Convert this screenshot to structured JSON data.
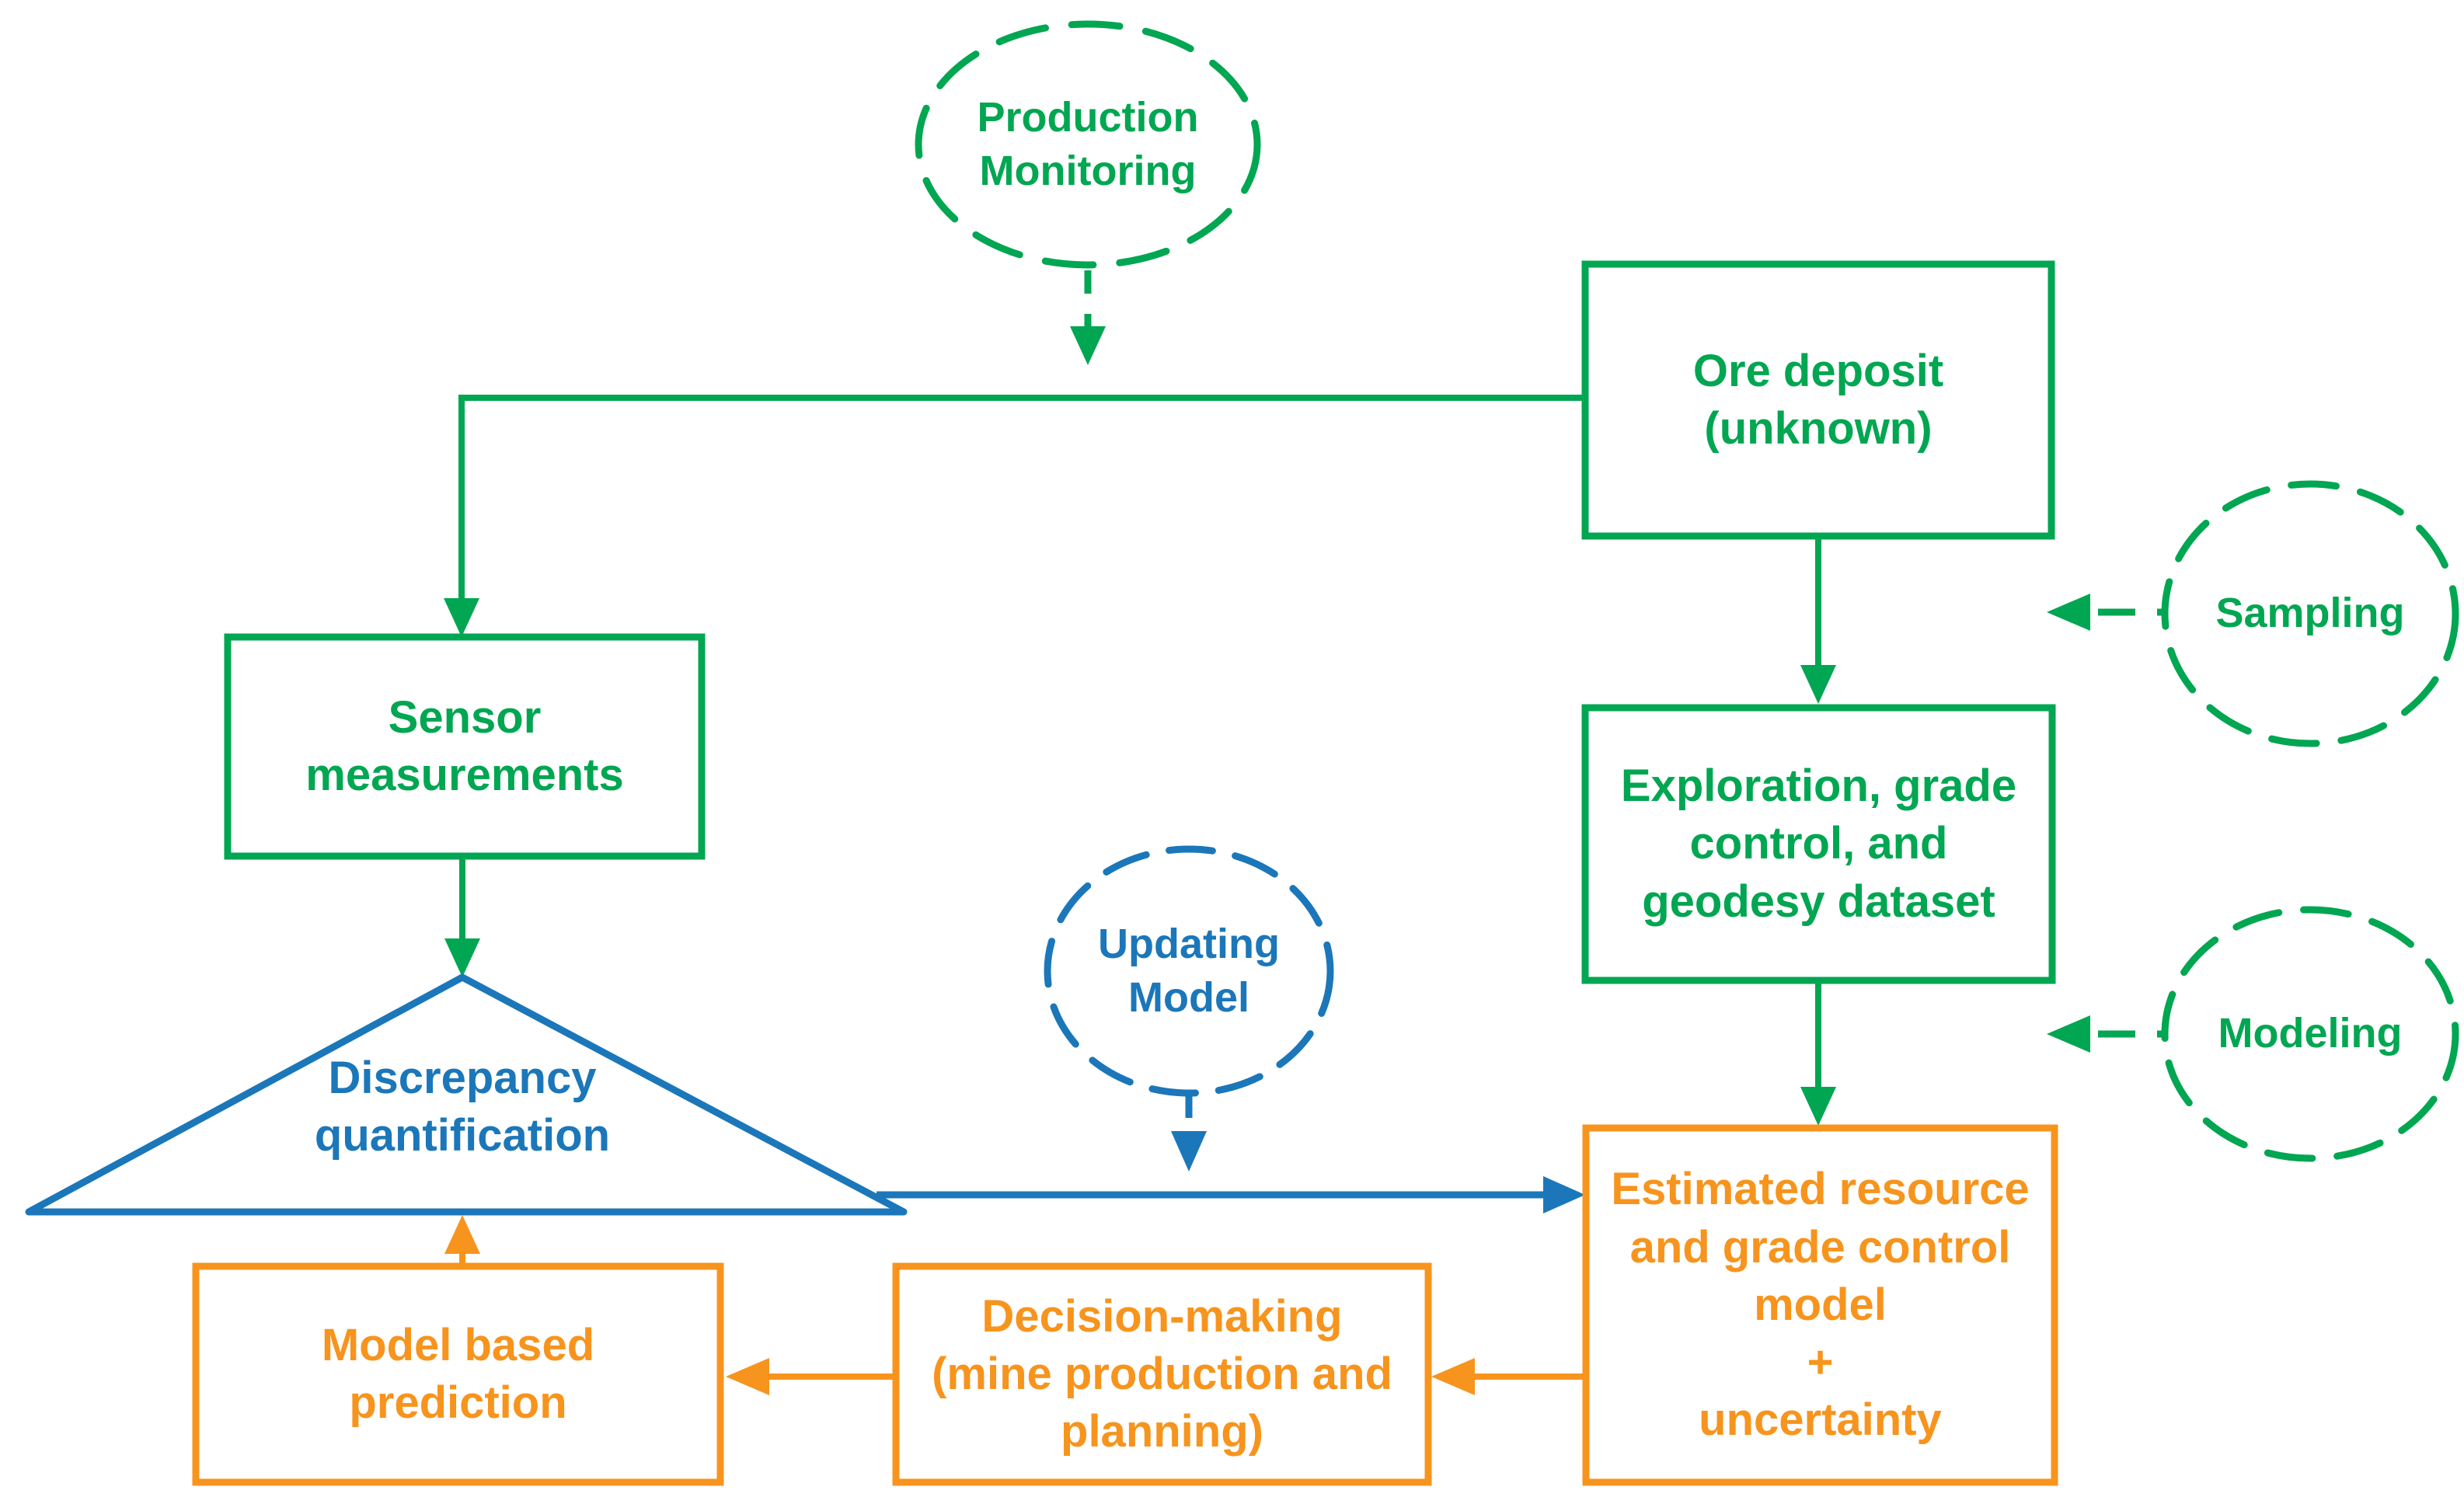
{
  "diagram": {
    "title": "Mining production monitoring and model updating flow diagram",
    "colors": {
      "green": "#00a651",
      "blue": "#1b77b9",
      "orange": "#f7941d",
      "background": "#ffffff"
    },
    "nodes": {
      "production_monitoring": {
        "type": "dashed-ellipse",
        "color": "#00a651",
        "label": "Production\nMonitoring"
      },
      "ore_deposit": {
        "type": "rect",
        "color": "#00a651",
        "label": "Ore deposit\n(unknown)"
      },
      "sampling": {
        "type": "dashed-ellipse",
        "color": "#00a651",
        "label": "Sampling"
      },
      "sensor_measurements": {
        "type": "rect",
        "color": "#00a651",
        "label": "Sensor\nmeasurements"
      },
      "exploration_dataset": {
        "type": "rect",
        "color": "#00a651",
        "label": "Exploration, grade\ncontrol, and\ngeodesy dataset"
      },
      "modeling": {
        "type": "dashed-ellipse",
        "color": "#00a651",
        "label": "Modeling"
      },
      "discrepancy_quantification": {
        "type": "triangle",
        "color": "#1b77b9",
        "label": "Discrepancy\nquantification"
      },
      "updating_model": {
        "type": "dashed-ellipse",
        "color": "#1b77b9",
        "label": "Updating\nModel"
      },
      "estimated_resource": {
        "type": "rect",
        "color": "#f7941d",
        "label": "Estimated resource\nand grade control\nmodel\n+\nuncertainty"
      },
      "decision_making": {
        "type": "rect",
        "color": "#f7941d",
        "label": "Decision-making\n(mine production and\nplanning)"
      },
      "model_based_prediction": {
        "type": "rect",
        "color": "#f7941d",
        "label": "Model based\nprediction"
      }
    }
  }
}
